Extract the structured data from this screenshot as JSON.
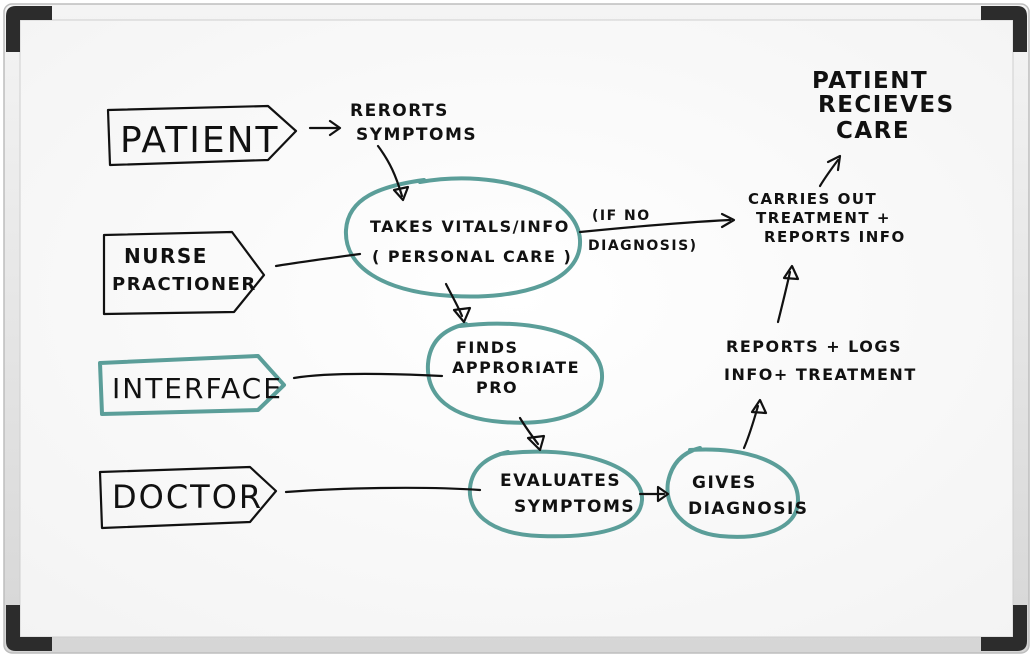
{
  "colors": {
    "ink": "#111111",
    "accent": "#5b9e99",
    "frame": "#e8e8e8",
    "corner": "#2a2a2a"
  },
  "actors": {
    "patient": "PATIENT",
    "nurse_line1": "NURSE",
    "nurse_line2": "PRACTIONER",
    "interface": "INTERFACE",
    "doctor": "DOCTOR"
  },
  "steps": {
    "reports_symptoms_line1": "RERORTS",
    "reports_symptoms_line2": "SYMPTOMS",
    "takes_vitals_line1": "TAKES VITALS/INFO",
    "takes_vitals_line2": "( PERSONAL CARE )",
    "finds_pro_line1": "FINDS",
    "finds_pro_line2": "APPRORIATE",
    "finds_pro_line3": "PRO",
    "evaluates_line1": "EVALUATES",
    "evaluates_line2": "SYMPTOMS",
    "gives_diagnosis_line1": "GIVES",
    "gives_diagnosis_line2": "DIAGNOSIS",
    "reports_logs_line1": "REPORTS + LOGS",
    "reports_logs_line2": "INFO+ TREATMENT",
    "carries_out_line1": "CARRIES OUT",
    "carries_out_line2": "TREATMENT +",
    "carries_out_line3": "REPORTS INFO",
    "patient_receives_line1": "PATIENT",
    "patient_receives_line2": "RECIEVES",
    "patient_receives_line3": "CARE"
  },
  "annotations": {
    "if_no_line1": "(IF NO",
    "if_no_line2": "DIAGNOSIS)"
  }
}
